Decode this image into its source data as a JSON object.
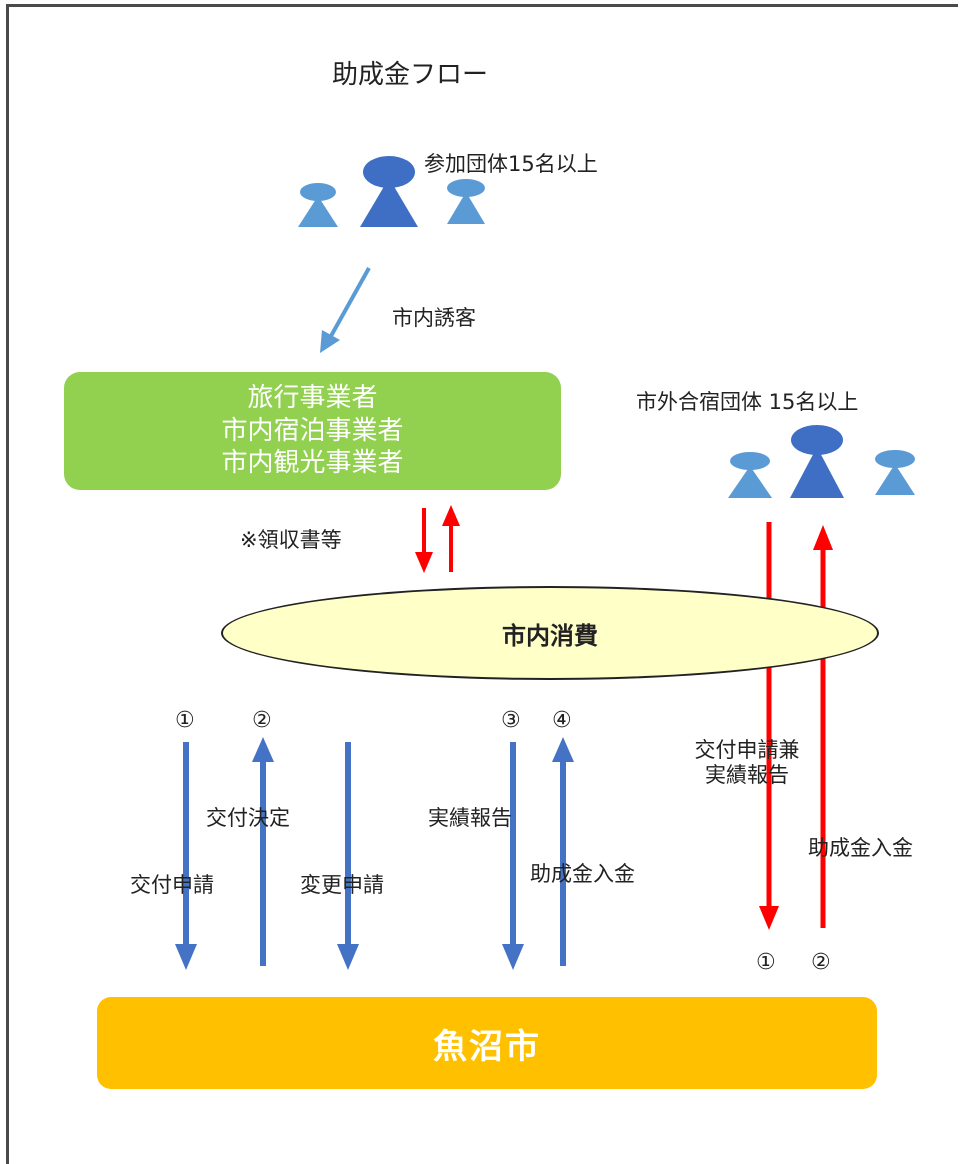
{
  "title": "助成金フロー",
  "group_top": {
    "label": "参加団体15名以上",
    "flow_label": "市内誘客"
  },
  "operators_box": {
    "lines": [
      "旅行事業者",
      "市内宿泊事業者",
      "市内観光事業者"
    ]
  },
  "receipts_label": "※領収書等",
  "consumption_label": "市内消費",
  "group_outside": {
    "label": "市外合宿団体 15名以上"
  },
  "left_flow": {
    "steps": [
      {
        "num": "①",
        "label": "交付申請"
      },
      {
        "num": "②",
        "label": "交付決定"
      },
      {
        "num": "",
        "label": "変更申請"
      },
      {
        "num": "③",
        "label": "実績報告"
      },
      {
        "num": "④",
        "label": "助成金入金"
      }
    ]
  },
  "right_flow": {
    "steps": [
      {
        "num": "①",
        "label": "交付申請兼\n実績報告"
      },
      {
        "num": "②",
        "label": "助成金入金"
      }
    ]
  },
  "city_label": "魚沼市",
  "colors": {
    "person_dark": "#3e6fc4",
    "person_light": "#5b9bd5",
    "green_box": "#92d050",
    "orange_box": "#ffc000",
    "red_arrow": "#ff0000",
    "blue_arrow": "#4472c4",
    "ellipse_fill": "#ffffc8"
  }
}
